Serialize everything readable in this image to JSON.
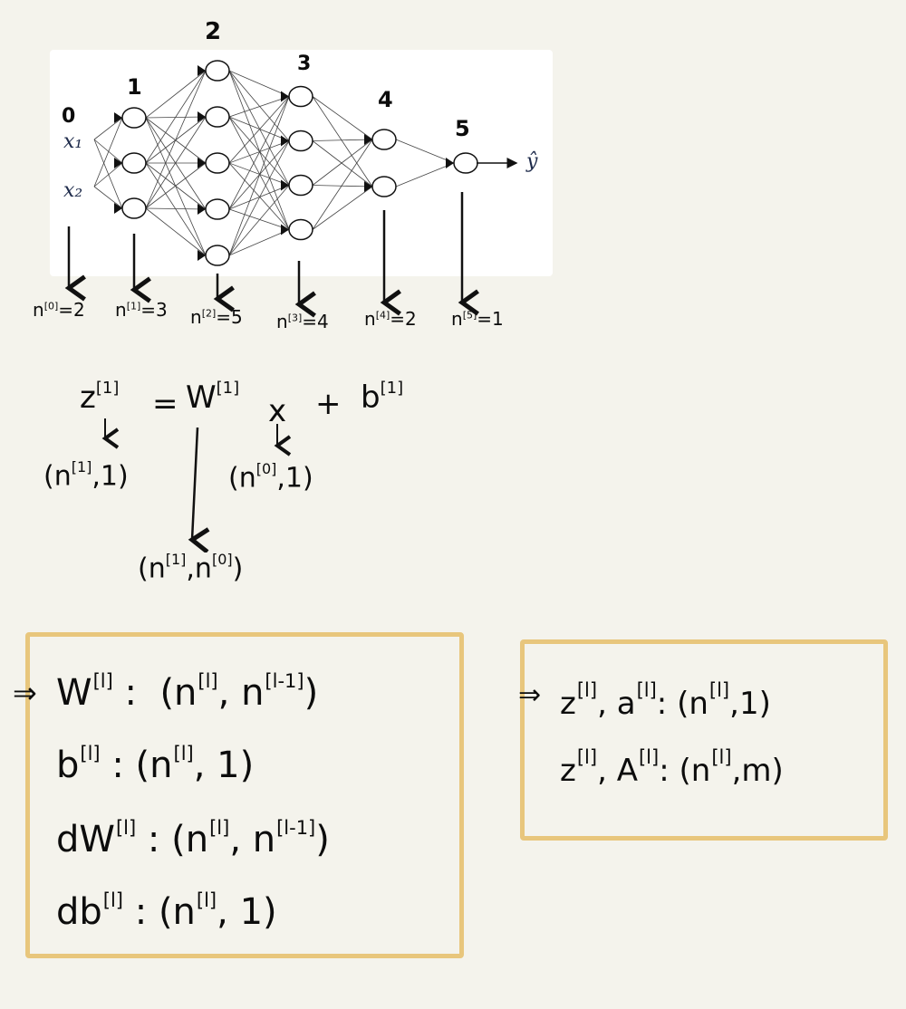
{
  "network": {
    "layers": [
      {
        "index_label": "0",
        "units": 2,
        "count_label": "n",
        "count_sup": "[0]",
        "count_value": "=2"
      },
      {
        "index_label": "1",
        "units": 3,
        "count_label": "n",
        "count_sup": "[1]",
        "count_value": "=3"
      },
      {
        "index_label": "2",
        "units": 5,
        "count_label": "n",
        "count_sup": "[2]",
        "count_value": "=5"
      },
      {
        "index_label": "3",
        "units": 4,
        "count_label": "n",
        "count_sup": "[3]",
        "count_value": "=4"
      },
      {
        "index_label": "4",
        "units": 2,
        "count_label": "n",
        "count_sup": "[4]",
        "count_value": "=2"
      },
      {
        "index_label": "5",
        "units": 1,
        "count_label": "n",
        "count_sup": "[5]",
        "count_value": "=1"
      }
    ],
    "input_labels": [
      "x₁",
      "x₂"
    ],
    "output_label": "ŷ"
  },
  "equation": {
    "z": "z",
    "z_sup": "[1]",
    "equals": "=",
    "w": "W",
    "w_sup": "[1]",
    "x": "x",
    "plus": "+",
    "b": "b",
    "b_sup": "[1]",
    "z_shape_open": "(n",
    "z_shape_sup": "[1]",
    "z_shape_close": ",1)",
    "x_shape_open": "(n",
    "x_shape_sup": "[0]",
    "x_shape_close": ",1)",
    "w_shape_open": "(n",
    "w_shape_sup1": "[1]",
    "w_shape_mid": ",n",
    "w_shape_sup2": "[0]",
    "w_shape_close": ")"
  },
  "box_left": {
    "arrow": "⇒",
    "rows": [
      {
        "name": "W",
        "sup": "[l]",
        "colon": ":",
        "shape": "(n",
        "s1": "[l]",
        "mid": ", n",
        "s2": "[l-1]",
        "end": ")"
      },
      {
        "name": "b",
        "sup": "[l]",
        "colon": ":",
        "shape": "(n",
        "s1": "[l]",
        "mid": ", 1)",
        "s2": "",
        "end": ""
      },
      {
        "name": "dW",
        "sup": "[l]",
        "colon": ":",
        "shape": "(n",
        "s1": "[l]",
        "mid": ", n",
        "s2": "[l-1]",
        "end": ")"
      },
      {
        "name": "db",
        "sup": "[l]",
        "colon": ":",
        "shape": "(n",
        "s1": "[l]",
        "mid": ", 1)",
        "s2": "",
        "end": ""
      }
    ]
  },
  "box_right": {
    "arrow": "⇒",
    "row1": {
      "a": "z",
      "a_sup": "[l]",
      "sep": ", ",
      "b": "a",
      "b_sup": "[l]",
      "colon": ":",
      "shape": "(n",
      "s1": "[l]",
      "end": ",1)"
    },
    "row2": {
      "a": "z",
      "a_sup": "[l]",
      "sep": ", ",
      "b": "A",
      "b_sup": "[l]",
      "colon": ":",
      "shape": "(n",
      "s1": "[l]",
      "end": ",m)"
    }
  },
  "colors": {
    "box_border": "#e8c67c",
    "ink": "#0c0c0c",
    "paper": "#f4f3ec"
  }
}
